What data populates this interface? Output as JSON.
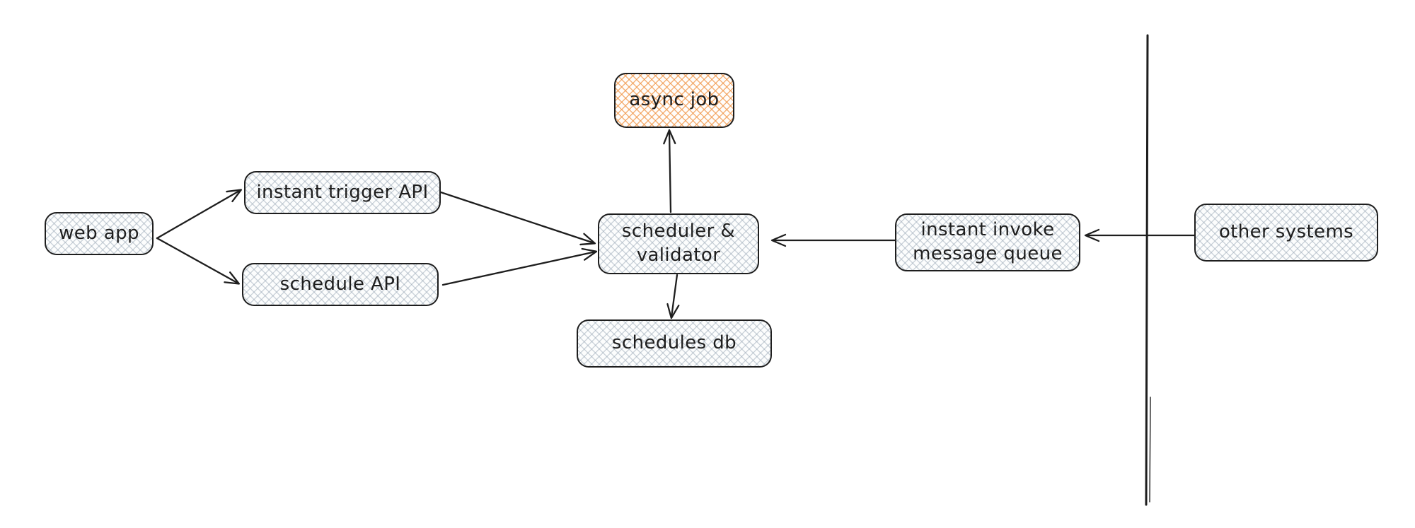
{
  "diagram": {
    "nodes": {
      "web_app": {
        "label": "web app",
        "fill": "gray"
      },
      "instant_trigger_api": {
        "label": "instant trigger API",
        "fill": "gray"
      },
      "schedule_api": {
        "label": "schedule API",
        "fill": "gray"
      },
      "scheduler_validator": {
        "label": "scheduler &\nvalidator",
        "fill": "gray"
      },
      "async_job": {
        "label": "async job",
        "fill": "orange"
      },
      "schedules_db": {
        "label": "schedules db",
        "fill": "gray"
      },
      "instant_invoke_mq": {
        "label": "instant invoke\nmessage queue",
        "fill": "gray"
      },
      "other_systems": {
        "label": "other systems",
        "fill": "gray"
      }
    },
    "edges": [
      {
        "from": "web_app",
        "to": "instant_trigger_api"
      },
      {
        "from": "web_app",
        "to": "schedule_api"
      },
      {
        "from": "instant_trigger_api",
        "to": "scheduler_validator"
      },
      {
        "from": "schedule_api",
        "to": "scheduler_validator"
      },
      {
        "from": "scheduler_validator",
        "to": "async_job"
      },
      {
        "from": "scheduler_validator",
        "to": "schedules_db"
      },
      {
        "from": "instant_invoke_mq",
        "to": "scheduler_validator"
      },
      {
        "from": "other_systems",
        "to": "instant_invoke_mq"
      }
    ],
    "separator": {
      "role": "system-boundary-line"
    },
    "colors": {
      "stroke": "#1e1e1e",
      "gray_hatch": "#94a3b2",
      "orange_hatch": "#f09242",
      "background": "#ffffff"
    }
  }
}
